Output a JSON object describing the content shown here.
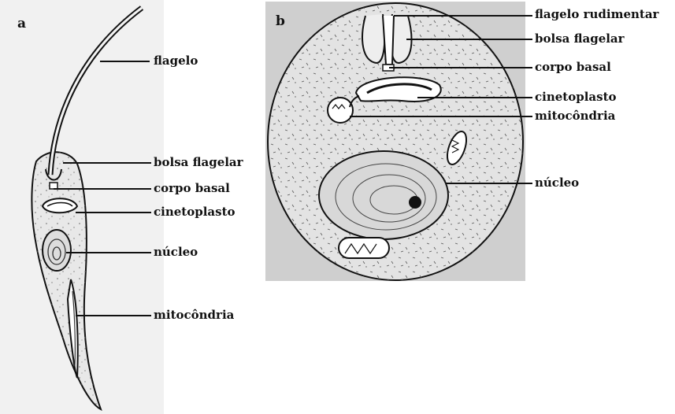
{
  "panels": {
    "a": {
      "letter": "a",
      "labels": {
        "flagelo": "flagelo",
        "bolsa_flagelar": "bolsa flagelar",
        "corpo_basal": "corpo basal",
        "cinetoplasto": "cinetoplasto",
        "nucleo": "núcleo",
        "mitocondria": "mitocôndria"
      }
    },
    "b": {
      "letter": "b",
      "labels": {
        "flagelo_rudimentar": "flagelo rudimentar",
        "bolsa_flagelar": "bolsa flagelar",
        "corpo_basal": "corpo basal",
        "cinetoplasto": "cinetoplasto",
        "mitocondria": "mitocôndria",
        "nucleo": "núcleo"
      }
    }
  },
  "colors": {
    "ink": "#111111",
    "panel_a_background": "#f1f1f1",
    "panel_b_background": "#cfcfcf",
    "cell_fill": "#e6e6e6"
  }
}
